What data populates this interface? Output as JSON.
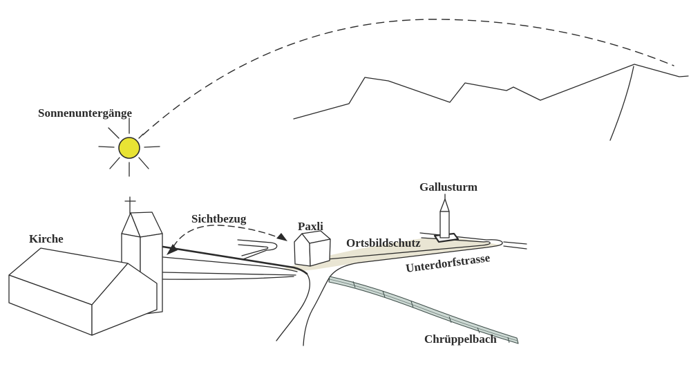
{
  "labels": {
    "sunsets": "Sonnenuntergänge",
    "church": "Kirche",
    "sight_relation": "Sichtbezug",
    "paxli": "Paxli",
    "townscape_protection": "Ortsbildschutz",
    "gallus_tower": "Gallusturm",
    "street": "Unterdorfstrasse",
    "stream": "Chrüppelbach"
  },
  "colors": {
    "background": "#ffffff",
    "line": "#2b2b2b",
    "sun_fill": "#e8e334",
    "protection_area": "#e9e5d3",
    "stream_fill": "#cdd9d4",
    "stream_edge": "#3f4e4a",
    "stream_center": "#6a7a75"
  }
}
